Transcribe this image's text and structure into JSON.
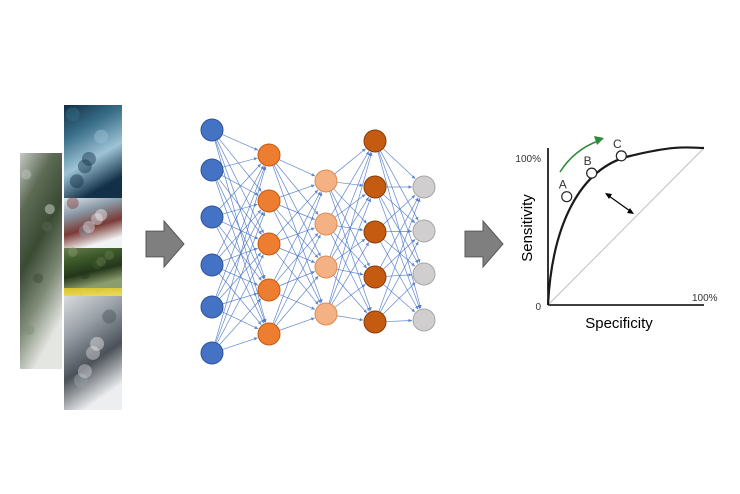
{
  "photos": {
    "tiles": [
      {
        "name": "photo-tree-tall",
        "colors": [
          "#c6c9c4",
          "#5d6b55",
          "#3a4a33",
          "#7e8a76",
          "#e4e6e2"
        ]
      },
      {
        "name": "photo-frosted-tree-blue",
        "colors": [
          "#0f2e44",
          "#3a6f8a",
          "#9ec3d6",
          "#123048"
        ]
      },
      {
        "name": "photo-snowy-house",
        "colors": [
          "#dfe4ea",
          "#8a9aa8",
          "#7a3a34",
          "#f2f3f5"
        ]
      },
      {
        "name": "photo-green-bush",
        "colors": [
          "#6a7d52",
          "#3c5a2a",
          "#23361a",
          "#8b9d6c"
        ]
      },
      {
        "name": "photo-yellow-field",
        "colors": [
          "#d7c22a",
          "#e8d85a"
        ]
      },
      {
        "name": "photo-frosted-tree-white",
        "colors": [
          "#d9dcdf",
          "#9aa1a8",
          "#4b5158",
          "#eceef0"
        ]
      }
    ]
  },
  "arrows": {
    "color": "#7f7f7f",
    "edge_color": "#595959"
  },
  "network": {
    "layers": [
      {
        "count": 6,
        "fill": "#4472c4",
        "stroke": "#2f5597"
      },
      {
        "count": 5,
        "fill": "#ed7d31",
        "stroke": "#c55a11"
      },
      {
        "count": 4,
        "fill": "#f4b183",
        "stroke": "#e08a50"
      },
      {
        "count": 5,
        "fill": "#c55a11",
        "stroke": "#843c0c"
      },
      {
        "count": 4,
        "fill": "#d0cece",
        "stroke": "#a6a6a6"
      }
    ],
    "edge_color": "#4472c4"
  },
  "roc": {
    "y_axis_label": "Sensitivity",
    "x_axis_label": "Specificity",
    "y_max_label": "100%",
    "x_max_label": "100%",
    "origin_label": "0",
    "points": [
      {
        "label": "A",
        "x": 0.12,
        "y": 0.69
      },
      {
        "label": "B",
        "x": 0.28,
        "y": 0.84
      },
      {
        "label": "C",
        "x": 0.47,
        "y": 0.95
      }
    ],
    "curve_color": "#1a1a1a",
    "diagonal_color": "#bfbfbf",
    "trend_arrow_color": "#2e8b3a"
  }
}
